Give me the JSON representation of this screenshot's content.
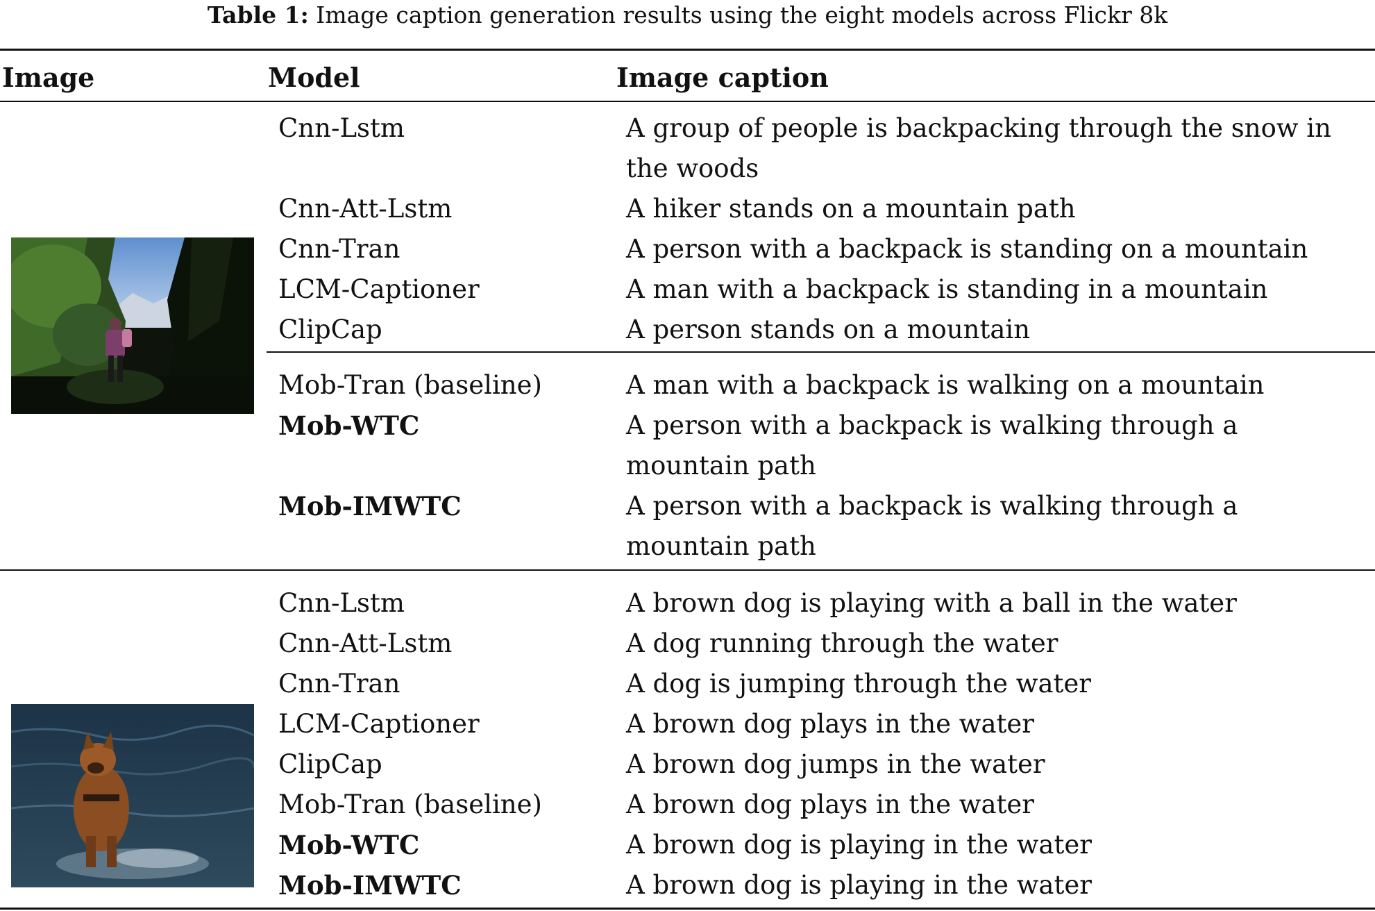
{
  "caption": {
    "lead": "Table 1:",
    "text": " Image caption generation results using the eight models across Flickr 8k"
  },
  "headers": {
    "image": "Image",
    "model": "Model",
    "caption": "Image caption"
  },
  "groups": [
    {
      "photo": "hiker-on-mountain-trail-photo",
      "rows": [
        {
          "model": "Cnn-Lstm",
          "bold": false,
          "caption": "A group of people is backpacking through the snow in the woods"
        },
        {
          "model": "Cnn-Att-Lstm",
          "bold": false,
          "caption": "A hiker stands on a mountain path"
        },
        {
          "model": "Cnn-Tran",
          "bold": false,
          "caption": "A person with a backpack is standing on a mountain"
        },
        {
          "model": "LCM-Captioner",
          "bold": false,
          "caption": "A man with a backpack is standing in a mountain"
        },
        {
          "model": "ClipCap",
          "bold": false,
          "caption": "A person stands on a mountain"
        },
        {
          "model": "Mob-Tran (baseline)",
          "bold": false,
          "caption": "A man with a backpack is walking on a mountain"
        },
        {
          "model": "Mob-WTC",
          "bold": true,
          "caption": "A person with a backpack is walking through a mountain path"
        },
        {
          "model": "Mob-IMWTC",
          "bold": true,
          "caption": "A person with a backpack is walking through a mountain path"
        }
      ]
    },
    {
      "photo": "brown-dog-in-water-photo",
      "rows": [
        {
          "model": "Cnn-Lstm",
          "bold": false,
          "caption": "A brown dog is playing with a ball in the water"
        },
        {
          "model": "Cnn-Att-Lstm",
          "bold": false,
          "caption": "A dog running through the water"
        },
        {
          "model": "Cnn-Tran",
          "bold": false,
          "caption": "A dog is jumping through the water"
        },
        {
          "model": "LCM-Captioner",
          "bold": false,
          "caption": "A brown dog plays in the water"
        },
        {
          "model": "ClipCap",
          "bold": false,
          "caption": "A brown dog jumps in the water"
        },
        {
          "model": "Mob-Tran (baseline)",
          "bold": false,
          "caption": "A brown dog plays in the water"
        },
        {
          "model": "Mob-WTC",
          "bold": true,
          "caption": "A brown dog is playing in the water"
        },
        {
          "model": "Mob-IMWTC",
          "bold": true,
          "caption": "A brown dog is playing in the water"
        }
      ]
    }
  ]
}
